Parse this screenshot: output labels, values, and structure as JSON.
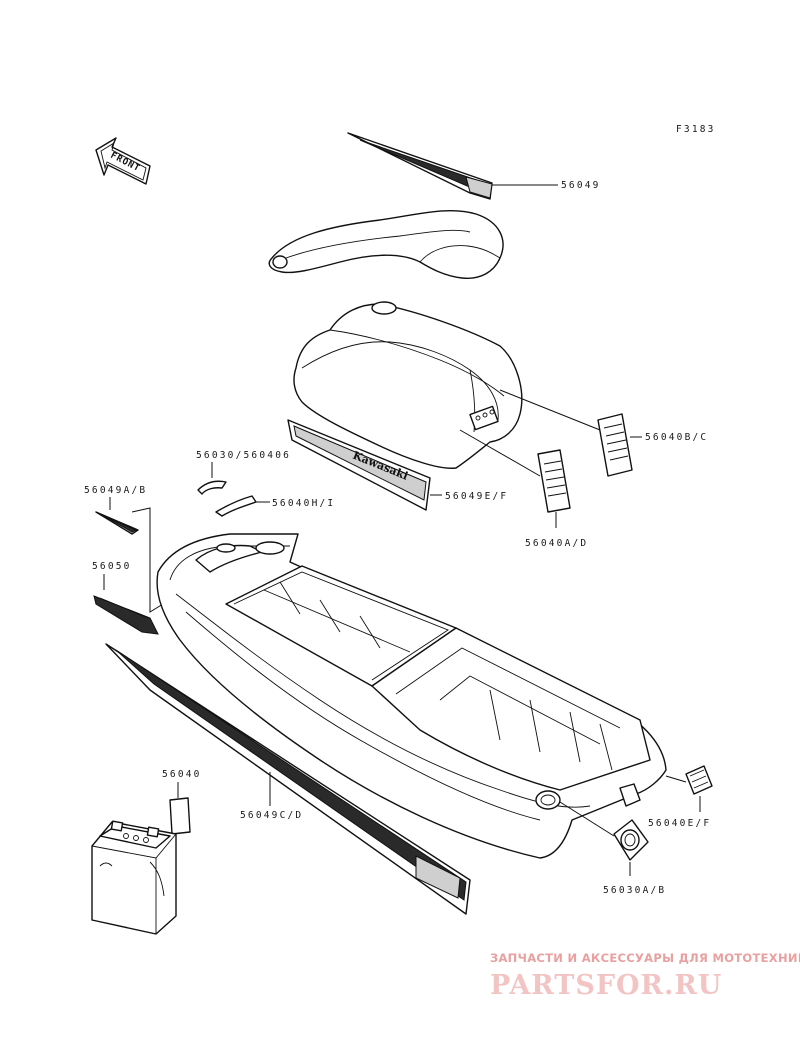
{
  "figure_code": "F3183",
  "front_label": "FRONT",
  "callouts": {
    "p56049": "56049",
    "p56040BC": "56040B/C",
    "p56030_560406": "56030/560406",
    "p56049AB": "56049A/B",
    "p56040HI": "56040H/I",
    "p56049EF": "56049E/F",
    "p56050": "56050",
    "p56040AD": "56040A/D",
    "p56040": "56040",
    "p56049CD": "56049C/D",
    "p56040EF": "56040E/F",
    "p56030AB": "56030A/B"
  },
  "decal_text": "Kawasaki",
  "watermark": {
    "tagline": "ЗАПЧАСТИ И АКСЕССУАРЫ ДЛЯ МОТОТЕХНИКИ",
    "logo": "PARTSFOR.RU"
  }
}
